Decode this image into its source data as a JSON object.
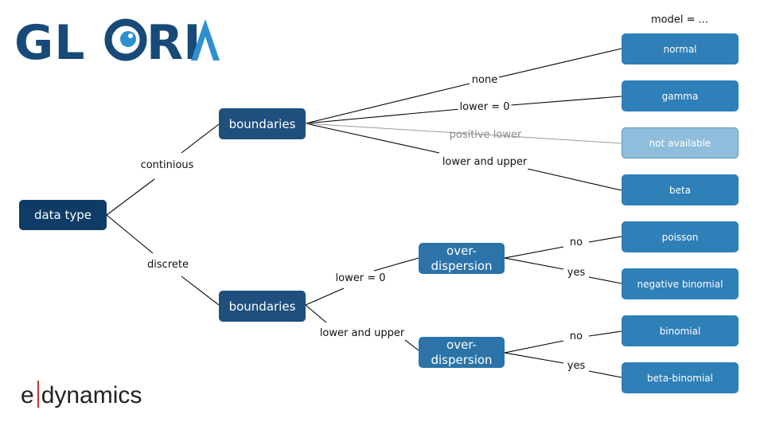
{
  "logos": {
    "gloria": "GLORIA",
    "edynamics": {
      "prefix": "e",
      "word": "dynamics"
    }
  },
  "header": {
    "model_label": "model = ..."
  },
  "nodes": {
    "root": "data type",
    "boundaries_cont": "boundaries",
    "boundaries_disc": "boundaries",
    "overdispersion_1": {
      "line1": "over-",
      "line2": "dispersion"
    },
    "overdispersion_2": {
      "line1": "over-",
      "line2": "dispersion"
    }
  },
  "edge_labels": {
    "continious": "continious",
    "discrete": "discrete",
    "none": "none",
    "lower0_cont": "lower = 0",
    "positive_lower": "positive lower",
    "lower_upper_cont": "lower and upper",
    "lower0_disc": "lower = 0",
    "lower_upper_disc": "lower and upper",
    "no_1": "no",
    "yes_1": "yes",
    "no_2": "no",
    "yes_2": "yes"
  },
  "leaves": {
    "normal": "normal",
    "gamma": "gamma",
    "not_available": "not available",
    "beta": "beta",
    "poisson": "poisson",
    "negative_binomial": "negative binomial",
    "binomial": "binomial",
    "beta_binomial": "beta-binomial"
  },
  "colors": {
    "root": "#0f3c66",
    "boundaries": "#1f4f7d",
    "overdispersion": "#2b73a8",
    "leaf": "#2f7fb8",
    "leaf_unavailable": "#8fbedc",
    "gloria_dark": "#174a78",
    "gloria_light": "#2e8fd0",
    "edynamics_bar": "#c0392b"
  }
}
